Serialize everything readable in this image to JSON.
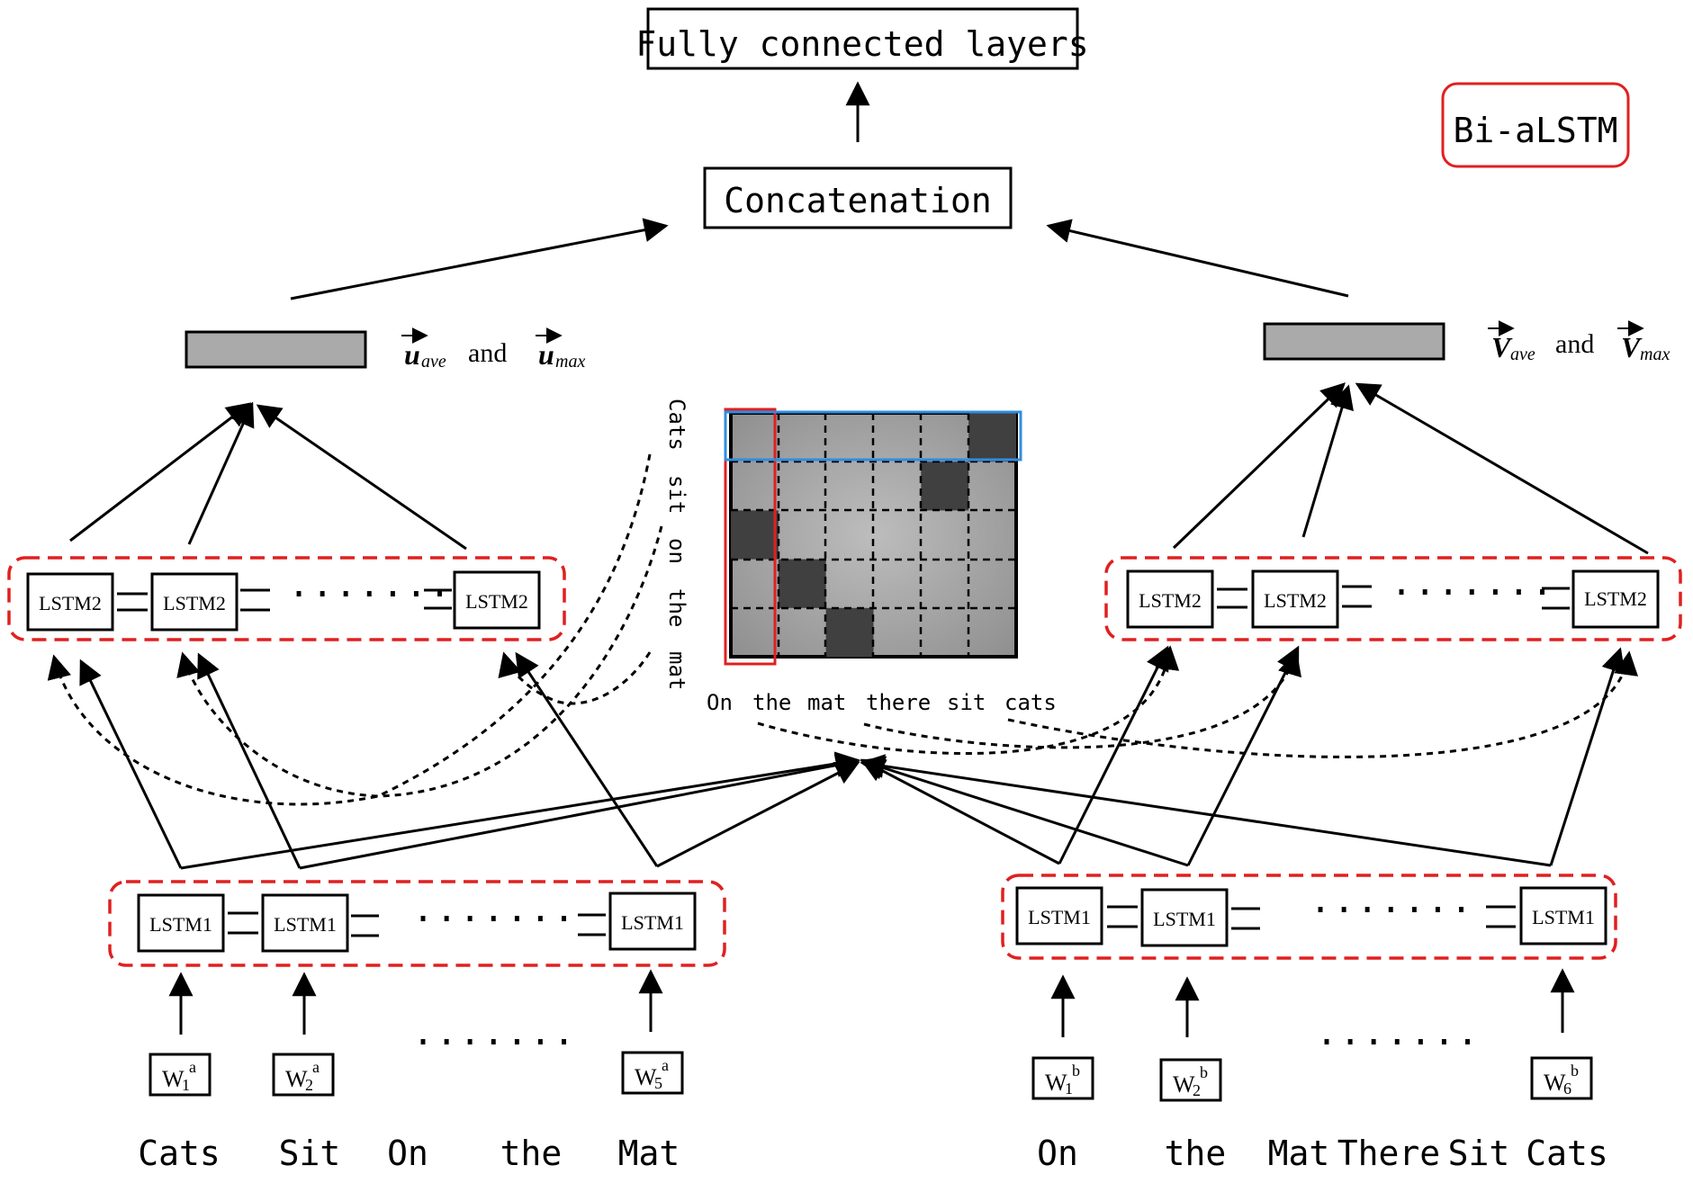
{
  "top_box": "Fully connected layers",
  "concat_box": "Concatenation",
  "badge": "Bi-aLSTM",
  "left_vec": {
    "u1": "u",
    "sub1": "ave",
    "and": "and",
    "u2": "u",
    "sub2": "max"
  },
  "right_vec": {
    "v1": "V",
    "sub1": "ave",
    "and": "and",
    "v2": "V",
    "sub2": "max"
  },
  "lstm2_label": "LSTM2",
  "lstm1_label": "LSTM1",
  "ellipsis": "·······",
  "w_base": "W",
  "left_inputs": [
    {
      "sup": "a",
      "sub": "1"
    },
    {
      "sup": "a",
      "sub": "2"
    },
    {
      "sup": "a",
      "sub": "5"
    }
  ],
  "right_inputs": [
    {
      "sup": "b",
      "sub": "1"
    },
    {
      "sup": "b",
      "sub": "2"
    },
    {
      "sup": "b",
      "sub": "6"
    }
  ],
  "left_words": [
    "Cats",
    "Sit",
    "On",
    "the",
    "Mat"
  ],
  "right_words": [
    "On",
    "the",
    "Mat",
    "There",
    "Sit",
    "Cats"
  ],
  "matrix_rows": [
    "Cats",
    "sit",
    "on",
    "the",
    "mat"
  ],
  "matrix_cols": [
    "On",
    "the",
    "mat",
    "there",
    "sit",
    "cats"
  ],
  "matrix_dark_cells": [
    [
      0,
      5
    ],
    [
      1,
      4
    ],
    [
      2,
      0
    ],
    [
      3,
      1
    ],
    [
      4,
      2
    ]
  ],
  "colors": {
    "red": "#e02020",
    "blue": "#2f8de0",
    "gray": "#aaaaaa",
    "dark": "#404040"
  }
}
